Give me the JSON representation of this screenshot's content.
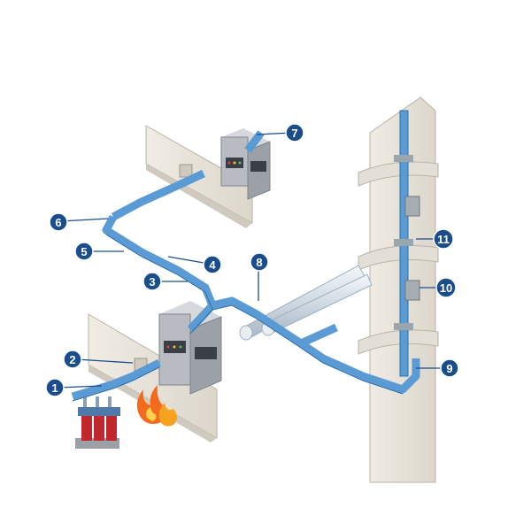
{
  "colors": {
    "busway": "#5b9bd5",
    "busway_dark": "#2f6fa8",
    "callout": "#1a4d8c",
    "wall": "#e8e4dc",
    "wall_edge": "#b9b3a8",
    "cabinet": "#b8bcc2",
    "fire": "#f26b1d",
    "transformer": "#c0282d",
    "pipe": "#d9e2ea"
  },
  "callouts": [
    {
      "label": "1"
    },
    {
      "label": "2"
    },
    {
      "label": "3"
    },
    {
      "label": "4"
    },
    {
      "label": "5"
    },
    {
      "label": "6"
    },
    {
      "label": "7"
    },
    {
      "label": "8"
    },
    {
      "label": "9"
    },
    {
      "label": "10"
    },
    {
      "label": "11"
    }
  ],
  "icons": [
    "transformer-icon",
    "fire-icon",
    "switchgear-cabinet-icon"
  ]
}
